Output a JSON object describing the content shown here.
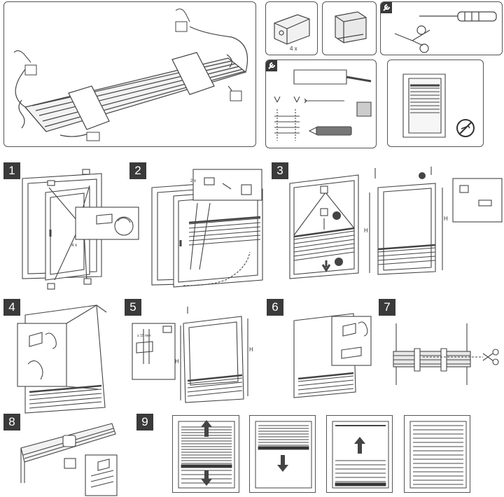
{
  "header": {
    "bracket_quantity": "4 x",
    "clip_quantity": "2 x",
    "height_label": "H",
    "gap_label": "≥ 15 mm",
    "tools_icon": "wrench-icon",
    "no_drill_icon": "no-drilling-icon"
  },
  "steps": [
    {
      "number": "1",
      "bracket_quantity": "4 x"
    },
    {
      "number": "2",
      "clip_quantity": "2 x"
    },
    {
      "number": "3"
    },
    {
      "number": "4"
    },
    {
      "number": "5"
    },
    {
      "number": "6"
    },
    {
      "number": "7"
    },
    {
      "number": "8"
    },
    {
      "number": "9"
    }
  ],
  "colors": {
    "ink": "#3a3a3a",
    "line": "#555555",
    "fabric": "#d9d9d9",
    "fabric_dark": "#555555",
    "badge": "#3a3a3a"
  }
}
